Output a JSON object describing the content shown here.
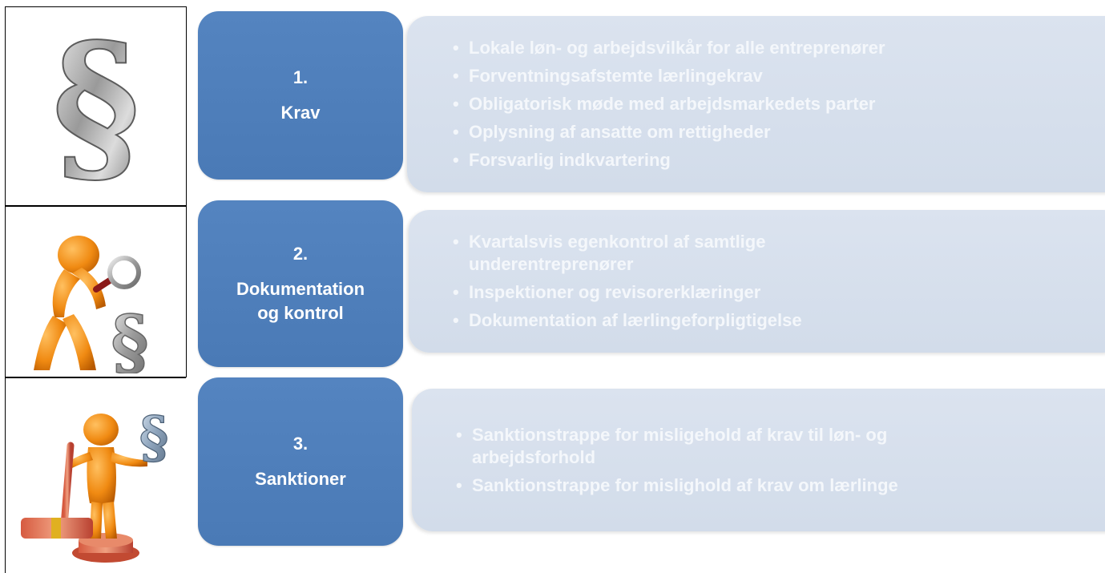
{
  "rows": [
    {
      "number": "1.",
      "label": "Krav",
      "icon": "paragraph-symbol-icon",
      "bullets": [
        "Lokale løn- og arbejdsvilkår for alle entreprenører",
        "Forventningsafstemte lærlingekrav",
        "Obligatorisk møde med arbejdsmarkedets parter",
        "Oplysning af ansatte om rettigheder",
        "Forsvarlig indkvartering"
      ]
    },
    {
      "number": "2.",
      "label": "Dokumentation\nog kontrol",
      "icon": "inspector-magnifier-icon",
      "bullets": [
        "Kvartalsvis egenkontrol af samtlige underentreprenører",
        "Inspektioner og revisorerklæringer",
        "Dokumentation af lærlingeforpligtigelse"
      ]
    },
    {
      "number": "3.",
      "label": "Sanktioner",
      "icon": "judge-gavel-icon",
      "bullets": [
        "Sanktionstrappe for misligehold af krav til løn- og arbejdsforhold",
        "Sanktionstrappe for mislighold af krav om lærlinge"
      ]
    }
  ],
  "colors": {
    "stage_blue": "#4f7fbc",
    "panel_fill": "#d6dfec",
    "bullet_text": "#f4f7fb",
    "figure_orange": "#f08a12"
  }
}
